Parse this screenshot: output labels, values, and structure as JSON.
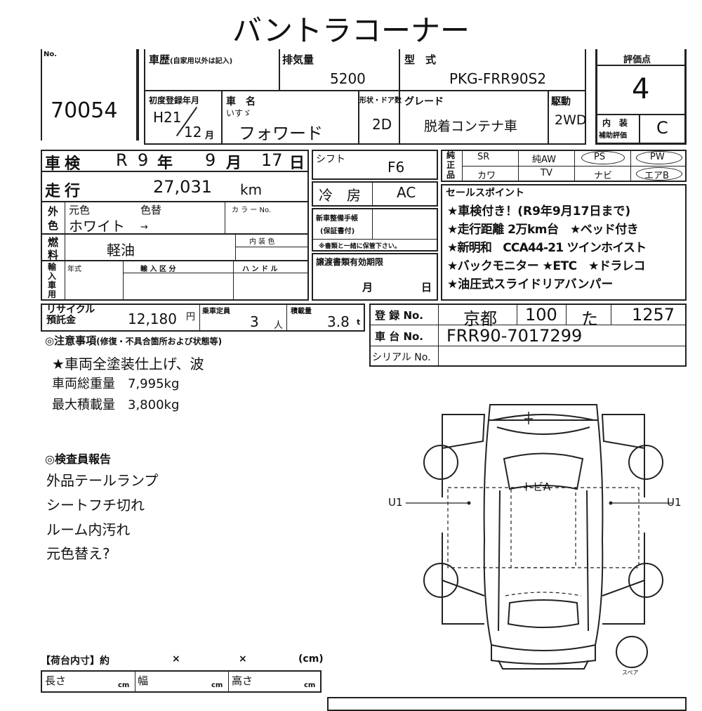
{
  "title": "バントラコーナー",
  "lot": {
    "label": "No.",
    "number": "70054"
  },
  "header": {
    "history_label": "車歴",
    "history_note": "(自家用以外は記入)",
    "displacement_label": "排気量",
    "displacement": "5200",
    "model_label": "型　式",
    "model": "PKG-FRR90S2",
    "first_reg_label": "初度登録年月",
    "first_reg_year": "H21",
    "first_reg_month": "12",
    "month_unit": "月",
    "name_label": "車　名",
    "maker": "いすゞ",
    "car_name": "フォワード",
    "doors_label": "形状・ドア数",
    "doors": "2D",
    "grade_label": "グレード",
    "grade": "脱着コンテナ車",
    "drive_label": "駆動",
    "drive": "2WD"
  },
  "score": {
    "label": "評価点",
    "value": "4",
    "interior_label1": "内　装",
    "interior_label2": "補助評価",
    "interior_value": "C"
  },
  "inspection": {
    "label": "車検",
    "era": "R",
    "year": "9",
    "year_unit": "年",
    "month": "9",
    "month_unit": "月",
    "day": "17",
    "day_unit": "日"
  },
  "mileage": {
    "label": "走行",
    "value": "27,031",
    "unit": "km"
  },
  "color": {
    "side_label1": "外",
    "side_label2": "色",
    "original_label": "元色",
    "change_label": "色替",
    "value": "ホワイト",
    "arrow": "→",
    "code_label": "カ ラ ー No."
  },
  "fuel": {
    "side_label1": "燃",
    "side_label2": "料",
    "value": "軽油",
    "interior_color_label": "内 装 色"
  },
  "import": {
    "side_label": "輸入車用",
    "year_label": "年式",
    "division_label": "輸 入 区 分",
    "handle_label": "ハ ン ド ル"
  },
  "shift": {
    "label": "シフト",
    "value": "F6"
  },
  "ac": {
    "label": "冷　房",
    "value": "AC"
  },
  "warranty": {
    "label1": "新車整備手帳",
    "label2": "(保証書付)",
    "note": "※書類と一緒に保管下さい。"
  },
  "transfer": {
    "label": "譲渡書類有効期限",
    "month_unit": "月",
    "day_unit": "日"
  },
  "equipment": {
    "side_label1": "純",
    "side_label2": "正",
    "side_label3": "品",
    "row1": [
      "SR",
      "純AW",
      "PS",
      "PW"
    ],
    "row2": [
      "カワ",
      "TV",
      "ナビ",
      "エアB"
    ]
  },
  "sales": {
    "label": "セールスポイント",
    "points": [
      "★車検付き！(R9年9月17日まで)",
      "★走行距離 2万km台　★ベッド付き",
      "★新明和　CCA44-21 ツインホイスト",
      "★バックモニター ★ETC　★ドラレコ",
      "★油圧式スライドリアバンパー"
    ]
  },
  "recycle": {
    "label1": "リサイクル",
    "label2": "預託金",
    "value": "12,180",
    "unit": "円",
    "cap_label": "乗車定員",
    "cap_value": "3",
    "cap_unit": "人",
    "load_label": "積載量",
    "load_value": "3.8",
    "load_unit": "t"
  },
  "registration": {
    "reg_label": "登 録 No.",
    "region": "京都",
    "class": "100",
    "kana": "た",
    "number": "1257",
    "chassis_label": "車 台 No.",
    "chassis": "FRR90-7017299",
    "serial_label": "シリアル No."
  },
  "notes": {
    "label": "◎注意事項",
    "sublabel": "(修復・不具合箇所および状態等)",
    "lines": [
      "★車両全塗装仕上げ、波",
      "車両総重量　7,995kg",
      "最大積載量　3,800kg"
    ]
  },
  "inspector": {
    "label": "◎検査員報告",
    "lines": [
      "外品テールランプ",
      "シートフチ切れ",
      "ルーム内汚れ",
      "元色替え?"
    ]
  },
  "diagram": {
    "left_mark": "U1",
    "right_mark": "U1",
    "roof_mark": "トビA",
    "spare_label": "スペア"
  },
  "bed": {
    "label": "【荷台内寸】約",
    "x1": "×",
    "x2": "×",
    "cm": "(cm)",
    "length": "長さ",
    "width": "幅",
    "height": "高さ",
    "unit": "cm"
  }
}
